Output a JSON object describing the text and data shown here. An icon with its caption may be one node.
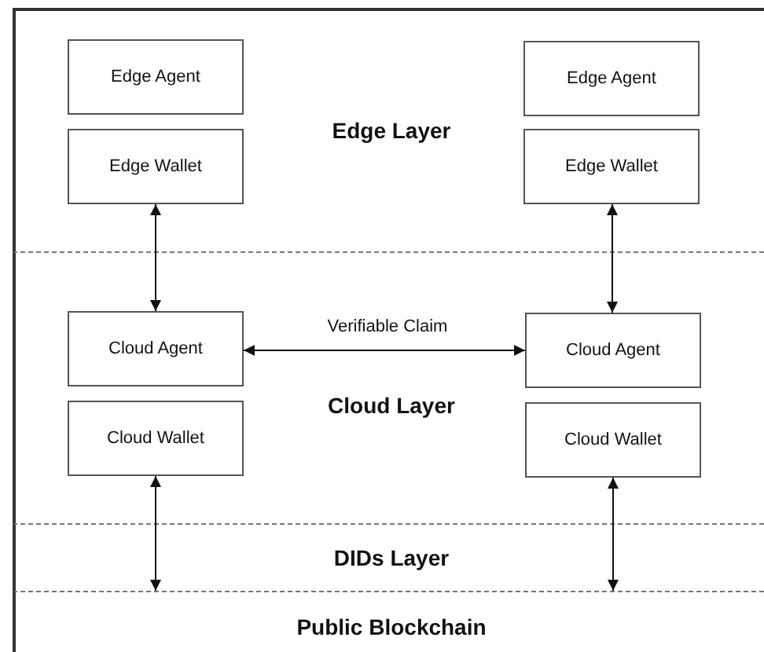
{
  "diagram": {
    "nodes": [
      {
        "text": [
          "Edge Layer"
        ]
      },
      {
        "text": [
          "Edge Agent"
        ],
        "in": 0
      },
      {
        "text": [
          "Edge Agent"
        ],
        "in": 0
      },
      {
        "text": [
          "Edge Wallet"
        ],
        "in": 0
      },
      {
        "text": [
          "Edge Wallet"
        ],
        "in": 0
      },
      {
        "text": [
          "Cloud Layer"
        ]
      },
      {
        "text": [
          "Cloud Agent"
        ],
        "in": 5
      },
      {
        "text": [
          "Cloud Agent"
        ],
        "in": 5
      },
      {
        "text": [
          "Cloud Wallet"
        ],
        "in": 5
      },
      {
        "text": [
          "Cloud Wallet"
        ],
        "in": 5
      },
      {
        "text": [
          "DIDs Layer"
        ]
      },
      {
        "text": [
          "Public Blockchain"
        ]
      }
    ],
    "edges": [
      {
        "from": 3,
        "to": 6,
        "arrow": "both"
      },
      {
        "from": 4,
        "to": 7,
        "arrow": "both"
      },
      {
        "from": 6,
        "to": 7,
        "arrow": "both",
        "label": "Verifiable Claim"
      },
      {
        "from": 8,
        "to": 10,
        "arrow": "both"
      },
      {
        "from": 9,
        "to": 10,
        "arrow": "both"
      }
    ]
  }
}
